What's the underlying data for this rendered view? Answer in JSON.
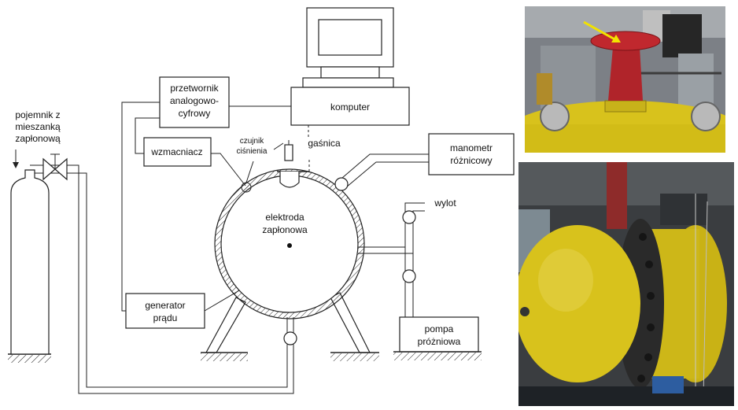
{
  "labels": {
    "container": [
      "pojemnik z",
      "mieszanką",
      "zapłonową"
    ],
    "converter": [
      "przetwornik",
      "analogowo-",
      "cyfrowy"
    ],
    "computer": "komputer",
    "amplifier": "wzmacniacz",
    "pressure_sensor": [
      "czujnik",
      "ciśnienia"
    ],
    "extinguisher": "gaśnica",
    "manometer": [
      "manometr",
      "różnicowy"
    ],
    "outlet": "wylot",
    "electrode": [
      "elektroda",
      "zapłonowa"
    ],
    "generator": [
      "generator",
      "prądu"
    ],
    "pump": [
      "pompa",
      "próżniowa"
    ]
  },
  "colors": {
    "vessel_yellow": "#d8c21c",
    "flange_red": "#b0242a",
    "arrow_yellow": "#f2e200",
    "background_dark": "#3a3d40",
    "bolt_dark": "#2a2a2a"
  }
}
